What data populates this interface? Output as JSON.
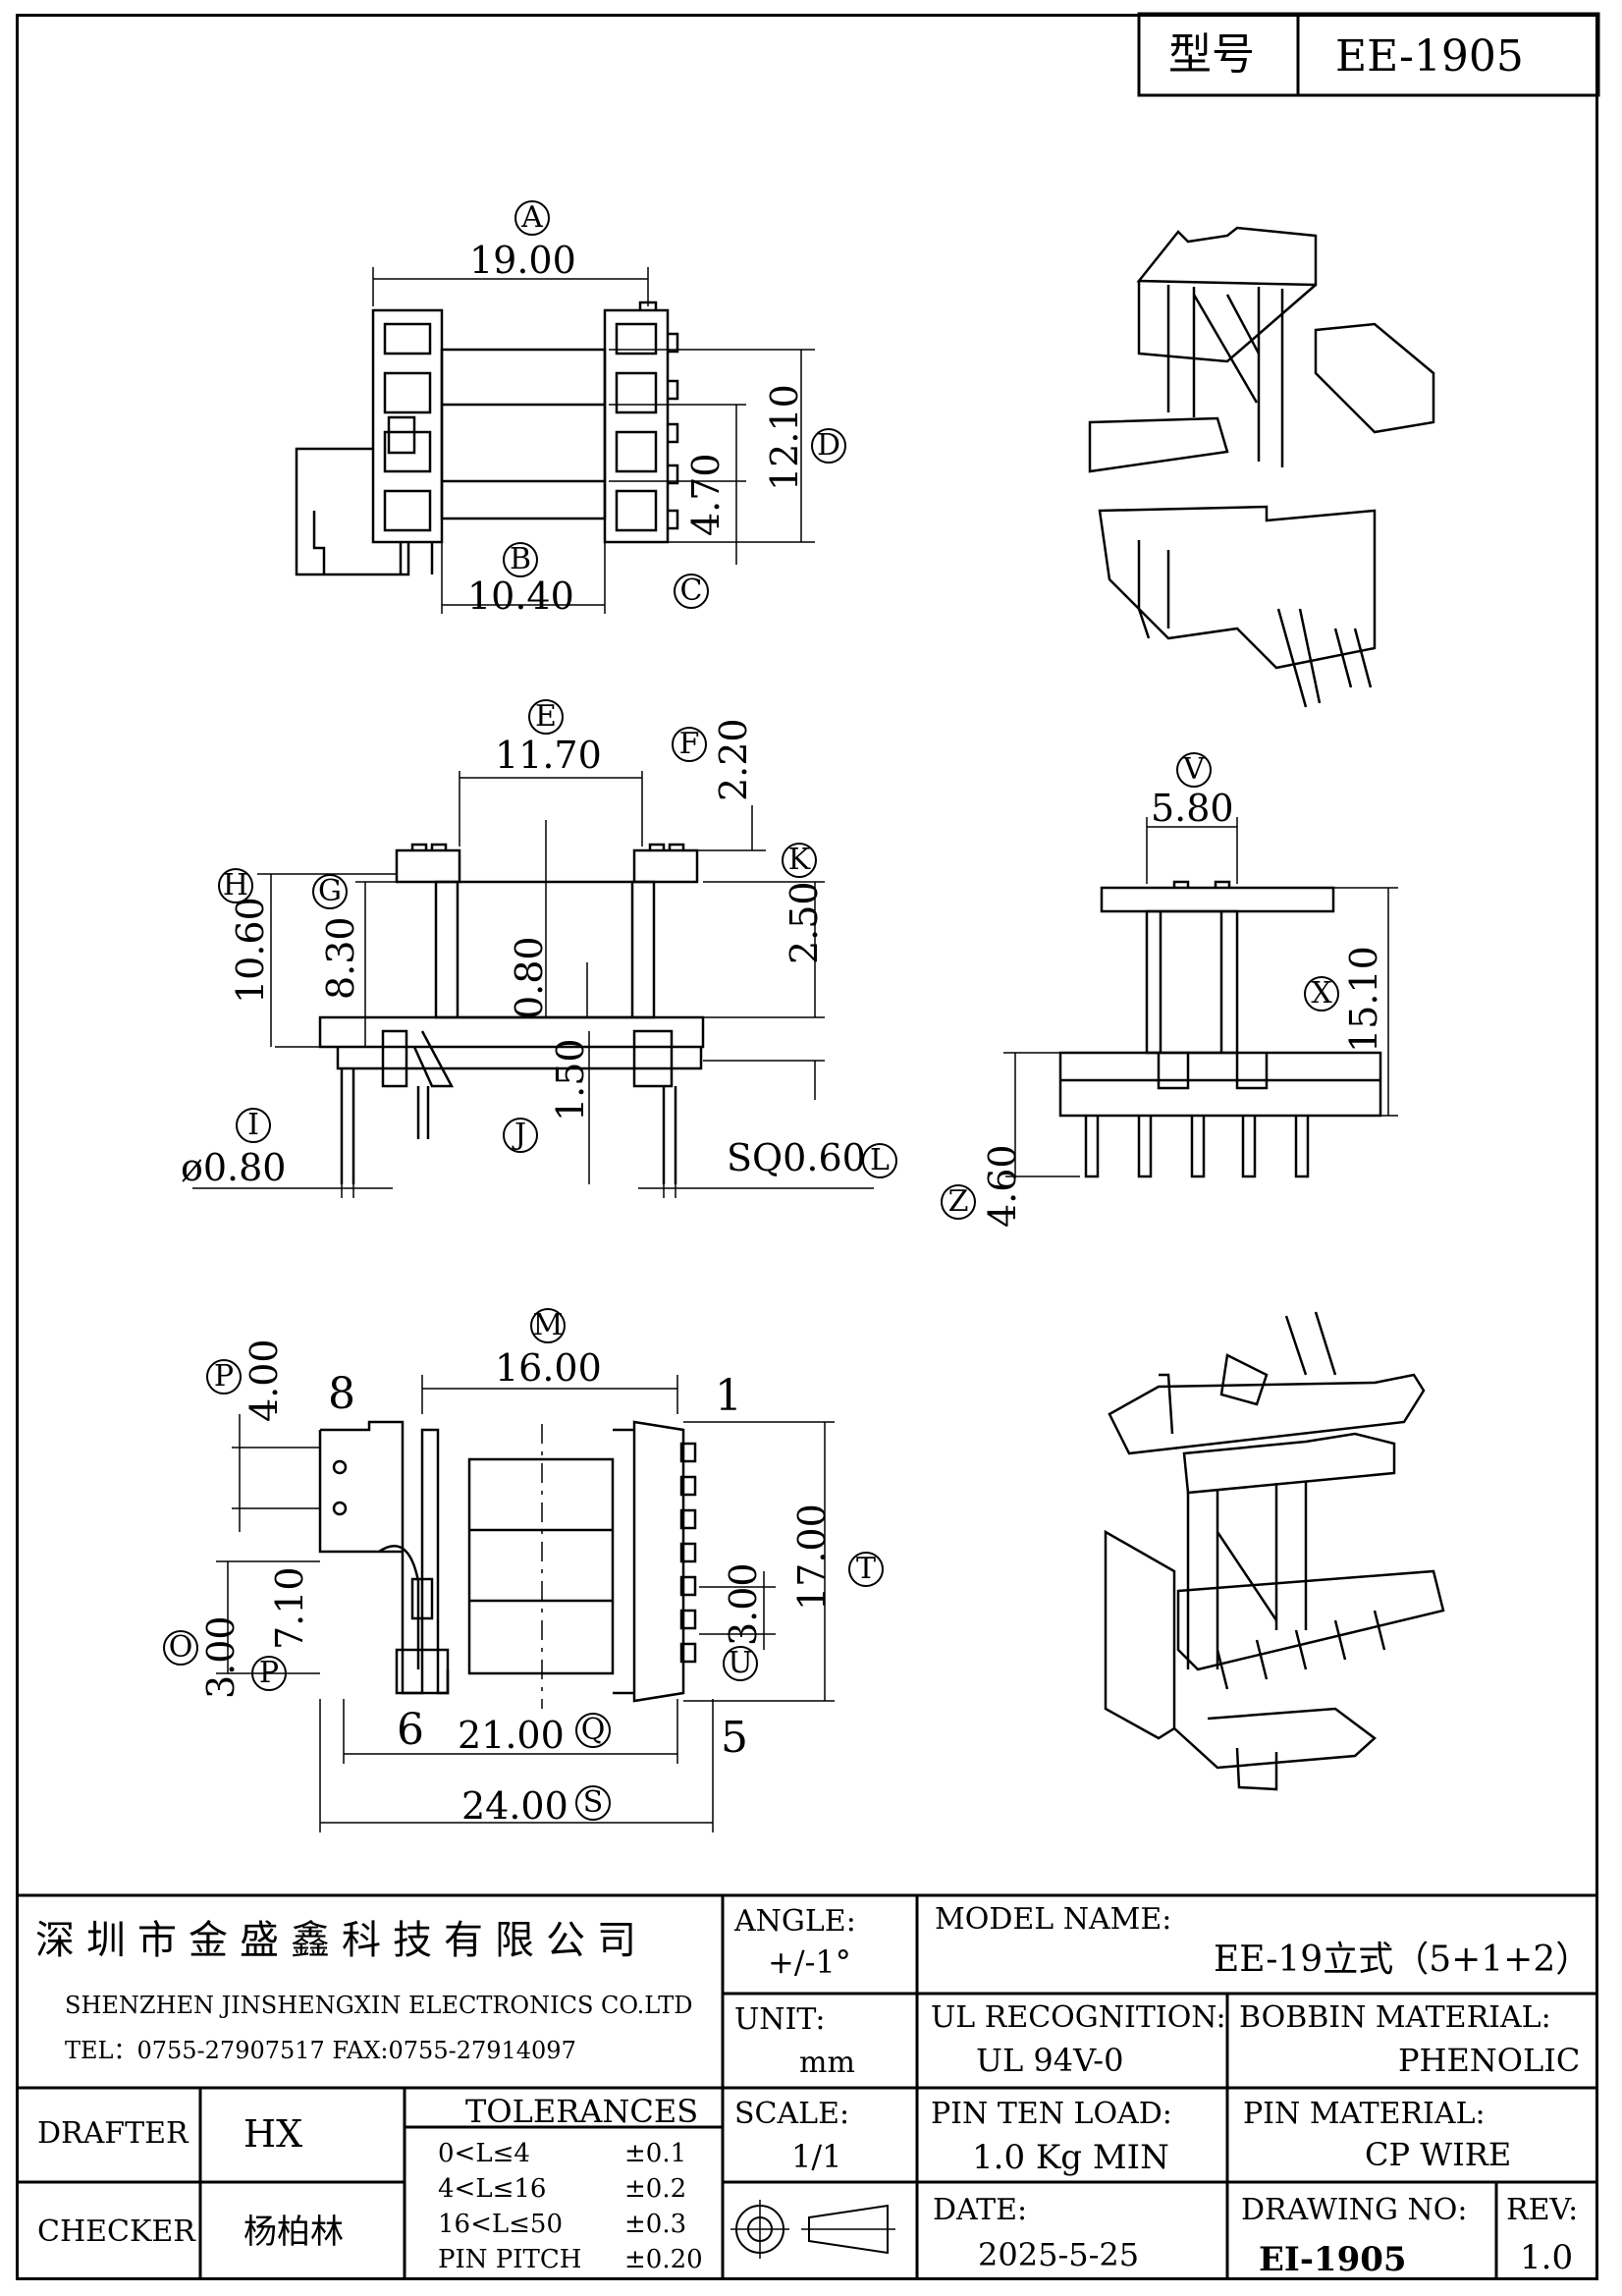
{
  "header": {
    "model_label": "型号",
    "model_value": "EE-1905"
  },
  "dims": {
    "A": "19.00",
    "B": "10.40",
    "C": "4.70",
    "D": "12.10",
    "E": "11.70",
    "F": "2.20",
    "G": "8.30",
    "H": "10.60",
    "K": "2.50",
    "center": "0.80",
    "J": "1.50",
    "I": "ø0.80",
    "L": "SQ0.60",
    "V": "5.80",
    "X": "15.10",
    "Z": "4.60",
    "M": "16.00",
    "P": "4.00",
    "T": "17.00",
    "U": "3.00",
    "O": "3.00",
    "P2": "7.10",
    "Q": "21.00",
    "S": "24.00"
  },
  "circle_labels": {
    "A": "A",
    "B": "B",
    "C": "C",
    "D": "D",
    "E": "E",
    "F": "F",
    "G": "G",
    "H": "H",
    "K": "K",
    "I": "I",
    "J": "J",
    "L": "L",
    "V": "V",
    "X": "X",
    "Z": "Z",
    "M": "M",
    "P": "P",
    "T": "T",
    "U": "U",
    "O": "O",
    "Q": "Q",
    "S": "S"
  },
  "pins": {
    "p8": "8",
    "p1": "1",
    "p6": "6",
    "p5": "5"
  },
  "title_block": {
    "company_cn": "深圳市金盛鑫科技有限公司",
    "company_en": "SHENZHEN JINSHENGXIN ELECTRONICS  CO.LTD",
    "contact": "TEL：0755-27907517   FAX:0755-27914097",
    "angle_label": "ANGLE:",
    "angle_value": "+/-1°",
    "model_name_label": "MODEL NAME:",
    "model_name_value": "EE-19立式（5+1+2）",
    "unit_label": "UNIT:",
    "unit_value": "mm",
    "ul_label": "UL RECOGNITION:",
    "ul_value": "UL 94V-0",
    "bobbin_label": "BOBBIN MATERIAL:",
    "bobbin_value": "PHENOLIC",
    "drafter_label": "DRAFTER",
    "drafter_value": "HX",
    "checker_label": "CHECKER",
    "checker_value": "杨柏林",
    "tolerances_label": "TOLERANCES",
    "tolerances": [
      {
        "range": "0<L≤4",
        "value": "±0.1"
      },
      {
        "range": "4<L≤16",
        "value": "±0.2"
      },
      {
        "range": "16<L≤50",
        "value": "±0.3"
      },
      {
        "range": "PIN PITCH",
        "value": "±0.20"
      }
    ],
    "scale_label": "SCALE:",
    "scale_value": "1/1",
    "pin_load_label": "PIN TEN LOAD:",
    "pin_load_value": "1.0 Kg MIN",
    "pin_material_label": "PIN MATERIAL:",
    "pin_material_value": "CP WIRE",
    "date_label": "DATE:",
    "date_value": "2025-5-25",
    "drawing_no_label": "DRAWING NO:",
    "drawing_no_value": "EI-1905",
    "rev_label": "REV:",
    "rev_value": "1.0"
  }
}
